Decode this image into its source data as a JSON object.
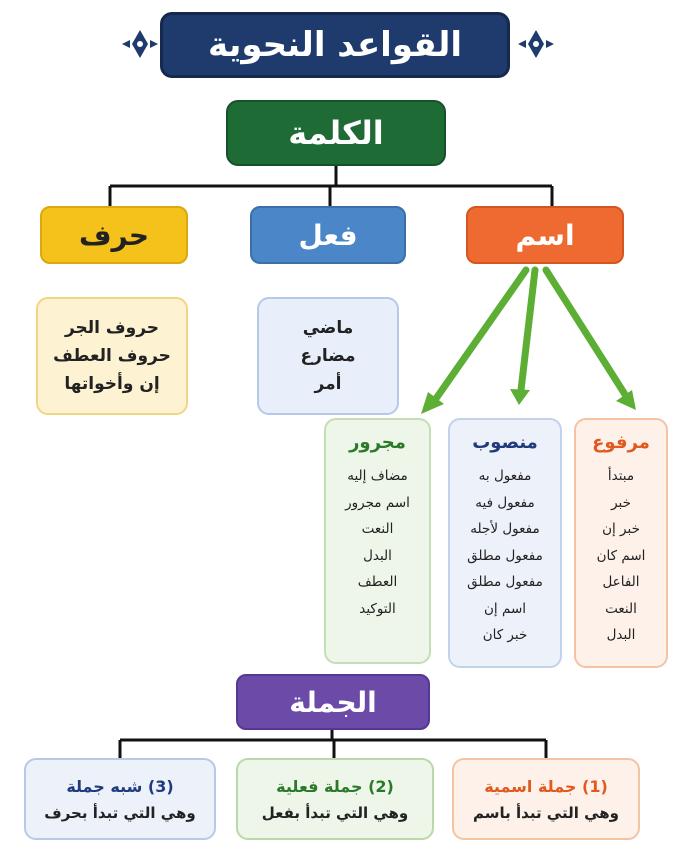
{
  "title": "القواعد النحوية",
  "word": {
    "label": "الكلمة",
    "types": [
      {
        "label": "اسم"
      },
      {
        "label": "فعل",
        "items": [
          "ماضي",
          "مضارع",
          "أمر"
        ]
      },
      {
        "label": "حرف",
        "items": [
          "حروف الجر",
          "حروف العطف",
          "إن وأخواتها"
        ]
      }
    ],
    "cases": [
      {
        "label": "مرفوع",
        "items": [
          "مبتدأ",
          "خبر",
          "خبر إن",
          "اسم كان",
          "الفاعل",
          "النعت",
          "البدل"
        ]
      },
      {
        "label": "منصوب",
        "items": [
          "مفعول به",
          "مفعول فيه",
          "مفعول لأجله",
          "مفعول مطلق",
          "مفعول مطلق",
          "اسم إن",
          "خبر كان"
        ]
      },
      {
        "label": "مجرور",
        "items": [
          "مضاف إليه",
          "اسم مجرور",
          "النعت",
          "البدل",
          "العطف",
          "التوكيد"
        ]
      }
    ]
  },
  "sentence": {
    "label": "الجملة",
    "types": [
      {
        "title": "(1) جملة اسمية",
        "desc": "وهي التي تبدأ باسم"
      },
      {
        "title": "(2) جملة فعلية",
        "desc": "وهي التي تبدأ بفعل"
      },
      {
        "title": "(3) شبه جملة",
        "desc": "وهي التي تبدأ بحرف"
      }
    ]
  },
  "colors": {
    "title_bg": "#1f3a6d",
    "word_bg": "#1e6b35",
    "noun_bg": "#ef6a31",
    "verb_bg": "#4a86c8",
    "particle_bg": "#f5c21b",
    "sentence_bg": "#6b4aa8",
    "arrow": "#5cae34"
  }
}
